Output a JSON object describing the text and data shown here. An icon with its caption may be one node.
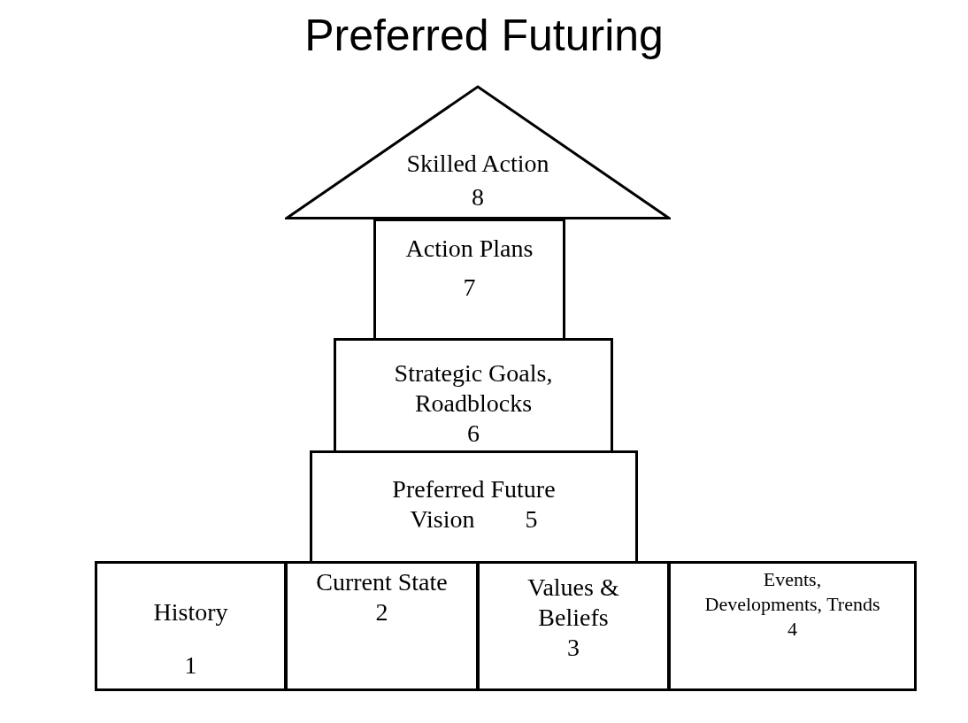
{
  "diagram": {
    "title": "Preferred Futuring",
    "nodes": [
      {
        "text": [
          "Skilled Action",
          "8"
        ]
      },
      {
        "text": [
          "Action Plans",
          "7"
        ]
      },
      {
        "text": [
          "Strategic Goals, Roadblocks",
          "6"
        ]
      },
      {
        "text": [
          "Preferred Future Vision",
          "5"
        ]
      },
      {
        "text": [
          "History",
          "1"
        ]
      },
      {
        "text": [
          "Current State",
          "2"
        ]
      },
      {
        "text": [
          "Values & Beliefs",
          "3"
        ]
      },
      {
        "text": [
          "Events, Developments, Trends",
          "4"
        ]
      }
    ]
  }
}
